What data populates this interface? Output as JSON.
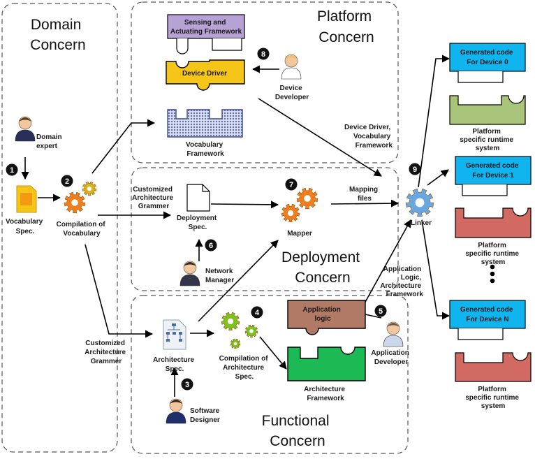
{
  "regions": {
    "domain": [
      "Domain",
      "Concern"
    ],
    "platform": [
      "Platform",
      "Concern"
    ],
    "deployment": [
      "Deployment",
      "Concern"
    ],
    "functional": [
      "Functional",
      "Concern"
    ]
  },
  "labels": {
    "sensing_framework": [
      "Sensing and",
      "Actuating Framework"
    ],
    "device_driver": "Device Driver",
    "device_developer": [
      "Device",
      "Developer"
    ],
    "vocabulary_framework": [
      "Vocabulary",
      "Framework"
    ],
    "domain_expert": [
      "Domain",
      "expert"
    ],
    "vocabulary_spec": [
      "Vocabulary",
      "Spec."
    ],
    "compilation_vocabulary": [
      "Compilation of",
      "Vocabulary"
    ],
    "customized_grammer_top": [
      "Customized",
      "Architecture",
      "Grammer"
    ],
    "deployment_spec": [
      "Deployment",
      "Spec."
    ],
    "mapper": "Mapper",
    "network_manager": [
      "Network",
      "Manager"
    ],
    "mapping_files": [
      "Mapping",
      "files"
    ],
    "dd_vocab_framework": [
      "Device Driver,",
      "Vocabulary",
      "Framework"
    ],
    "linker": "Linker",
    "app_logic_framework": [
      "Application",
      "Logic,",
      "Architecture",
      "Framework"
    ],
    "application_logic": [
      "Application",
      "logic"
    ],
    "application_developer": [
      "Application",
      "Developer"
    ],
    "customized_grammer_bottom": [
      "Customized",
      "Architecture",
      "Grammer"
    ],
    "architecture_spec": [
      "Architecture",
      "Spec."
    ],
    "compilation_architecture": [
      "Compilation of",
      "Architecture",
      "Spec."
    ],
    "architecture_framework": [
      "Architecture",
      "Framework"
    ],
    "software_designer": [
      "Software",
      "Designer"
    ],
    "gen_code_0": [
      "Generated code",
      "For Device 0"
    ],
    "gen_code_1": [
      "Generated code",
      "For Device 1"
    ],
    "gen_code_n": [
      "Generated code",
      "For Device N"
    ],
    "runtime_0": [
      "Platform",
      "specific runtime",
      "system"
    ],
    "runtime_1": [
      "Platform",
      "specific runtime",
      "system"
    ],
    "runtime_n": [
      "Platform",
      "specific runtime",
      "system"
    ]
  },
  "steps": [
    "1",
    "2",
    "3",
    "4",
    "5",
    "6",
    "7",
    "8",
    "9"
  ],
  "colors": {
    "sensing_framework": "#b6a2d4",
    "device_driver": "#f5c518",
    "vocabulary_framework": "#6d80c2",
    "application_logic": "#b07a66",
    "architecture_framework": "#1db954",
    "generated_code": "#10b4ee",
    "runtime_0": "#a9c57a",
    "runtime_other": "#d06a62",
    "gear_orange": "#f07e1d",
    "gear_green": "#7dc21e",
    "gear_blue": "#6aa6e0"
  },
  "icons": [
    "person-icon",
    "gear-icon",
    "document-icon",
    "puzzle-piece-icon"
  ]
}
